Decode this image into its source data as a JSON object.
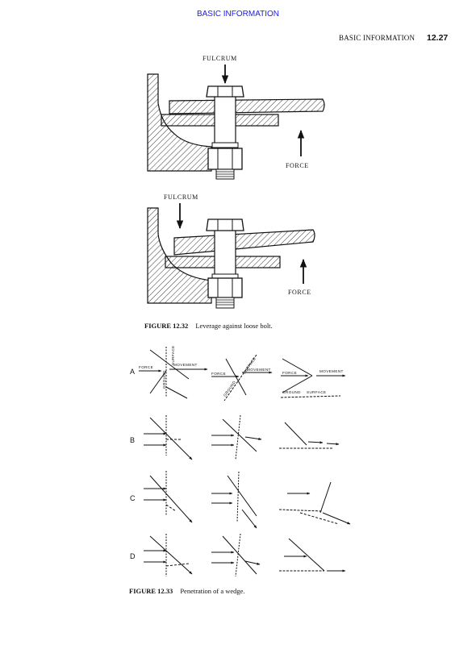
{
  "header": {
    "link": "BASIC INFORMATION",
    "running_head": "BASIC INFORMATION",
    "page_number": "12.27"
  },
  "figure_32": {
    "upper": {
      "fulcrum_label": "FULCRUM",
      "force_label": "FORCE"
    },
    "lower": {
      "fulcrum_label": "FULCRUM",
      "force_label": "FORCE"
    },
    "caption_number": "FIGURE 12.32",
    "caption_text": "Leverage against loose bolt."
  },
  "figure_33": {
    "rows": [
      "A",
      "B",
      "C",
      "D"
    ],
    "labels": {
      "force": "FORCE",
      "movement": "MOVEMENT",
      "ground": "GROUND",
      "surface": "SURFACE"
    },
    "caption_number": "FIGURE 12.33",
    "caption_text": "Penetration of a wedge."
  }
}
